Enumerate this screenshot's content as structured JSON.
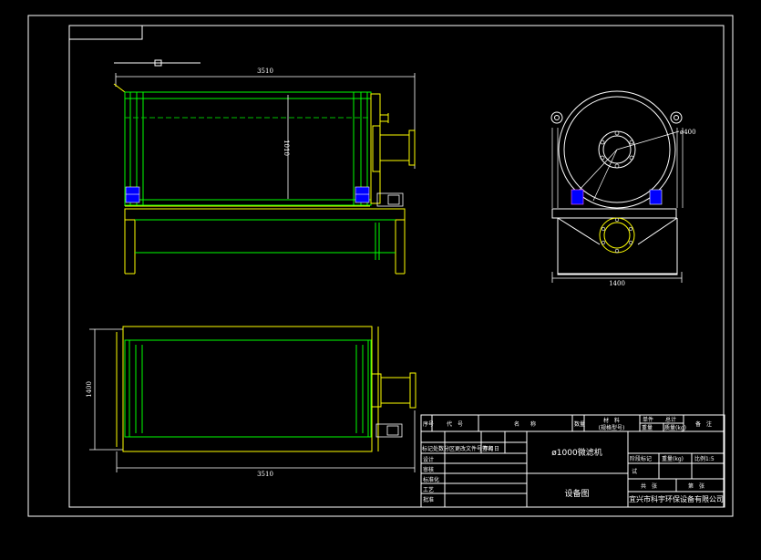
{
  "colors": {
    "background": "#000000",
    "frame": "#ffffff",
    "outline": "#ffff00",
    "structure": "#00ff00",
    "centerline": "#00c000",
    "dimension": "#ffffff",
    "motor": "#0000ff"
  },
  "dimensions": {
    "front_length": "3510",
    "front_height": "1010",
    "plan_length": "3510",
    "plan_width": "1400",
    "side_width": "1400",
    "side_diameter": "ø400"
  },
  "title_block": {
    "headers": [
      "序号",
      "代　号",
      "名　　称",
      "数量",
      "材　料",
      "单件",
      "总计",
      "备　注"
    ],
    "material_sub": "(规格型号)",
    "weight_header": "重量",
    "weight_unit": "质量(kg)",
    "product_name": "ø1000微滤机",
    "drawing_type": "设备图",
    "company": "宜兴市科宇环保设备有限公司",
    "revision_label": "标记处数分区更改文件号签名",
    "date_label": "年月日",
    "stage_label": "阶段标记",
    "weight_label": "重量(kg)",
    "scale_label": "比例1:5",
    "sheet_total": "共　张",
    "sheet_no": "第　张",
    "design_label": "设计",
    "check_label": "审核",
    "standard_label": "标准化",
    "process_label": "工艺",
    "approve_label": "批准",
    "trial_label": "试"
  }
}
